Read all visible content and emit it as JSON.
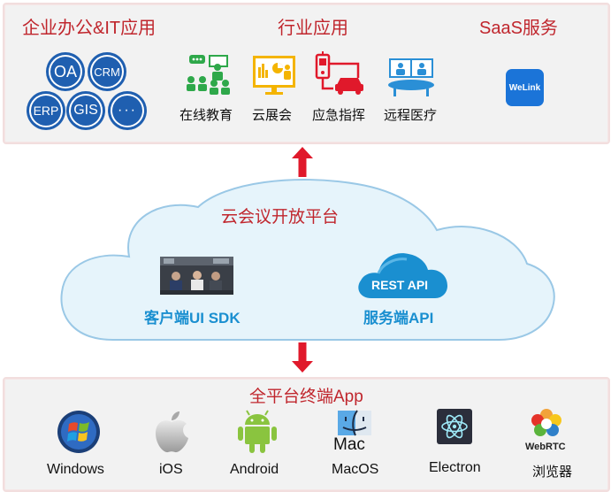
{
  "top": {
    "enterprise": {
      "title": "企业办公&IT应用",
      "badges": [
        "OA",
        "CRM",
        "ERP",
        "GIS",
        "···"
      ]
    },
    "industry": {
      "title": "行业应用",
      "items": [
        "在线教育",
        "云展会",
        "应急指挥",
        "远程医疗"
      ]
    },
    "saas": {
      "title": "SaaS服务",
      "logo_text": "WeLink"
    }
  },
  "cloud": {
    "title": "云会议开放平台",
    "sdk_label": "客户端UI SDK",
    "rest_badge": "REST API",
    "api_label": "服务端API"
  },
  "bottom": {
    "title": "全平台终端App",
    "platforms": [
      "Windows",
      "iOS",
      "Android",
      "MacOS",
      "Electron",
      "浏览器"
    ],
    "mac_text": "Mac",
    "webrtc_text": "WebRTC"
  },
  "colors": {
    "title_red": "#c0262d",
    "badge_blue": "#1f5fb0",
    "cloud_fill": "#e6f4fb",
    "cloud_stroke": "#9ac8e6",
    "cloud_label_blue": "#1a8fd0",
    "arrow_red": "#e0192b"
  }
}
